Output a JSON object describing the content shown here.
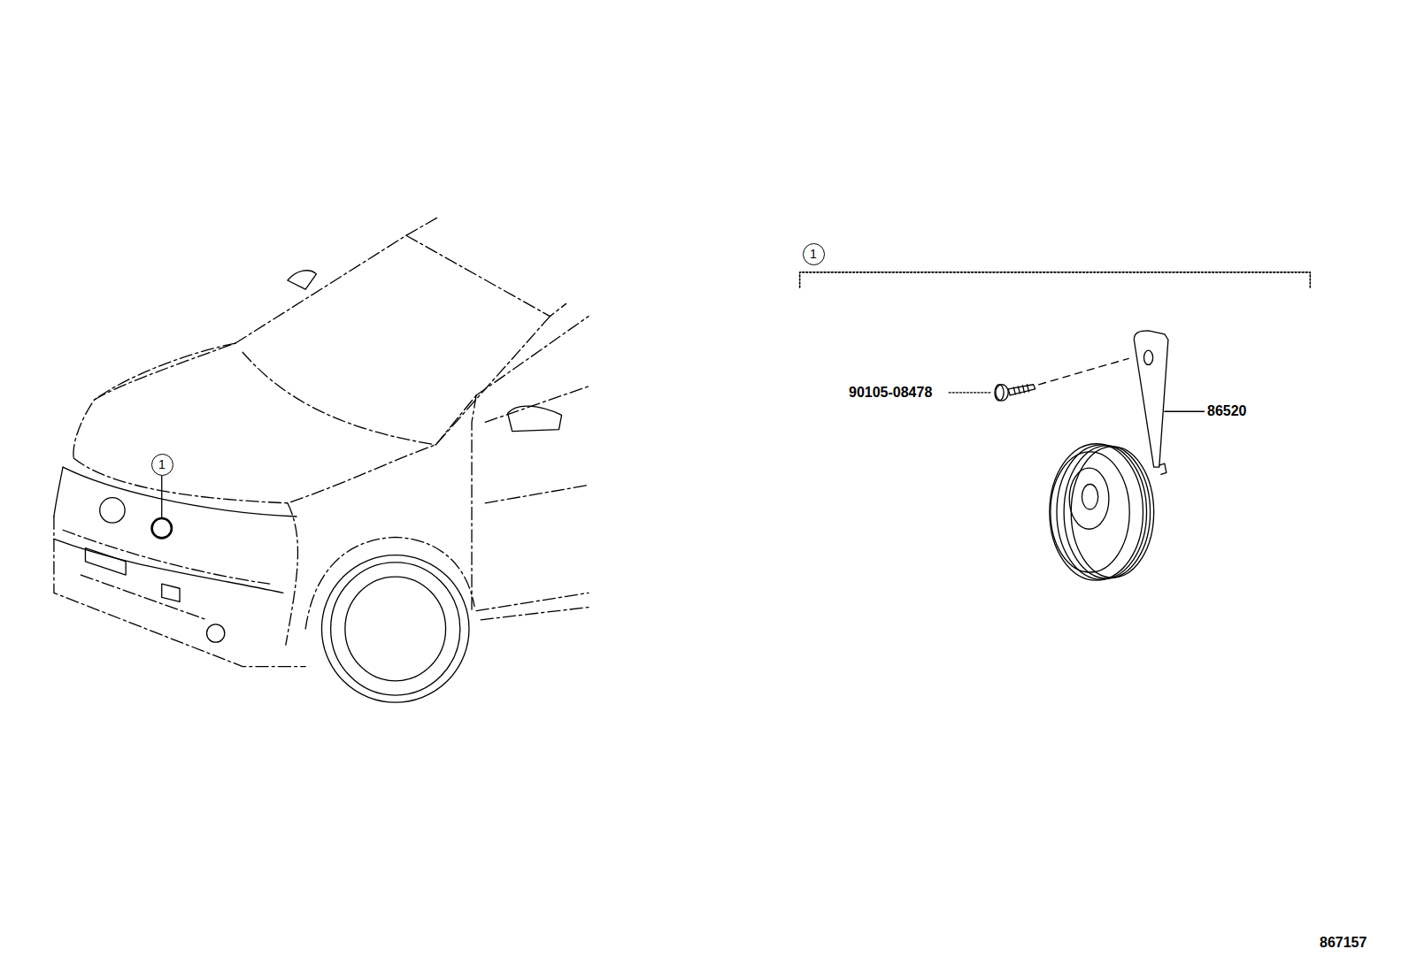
{
  "diagram": {
    "nodes": [
      {
        "text": [
          "1"
        ]
      },
      {
        "text": [
          "1"
        ]
      }
    ],
    "labels": [
      "90105-08478",
      "86520",
      "867157"
    ]
  }
}
